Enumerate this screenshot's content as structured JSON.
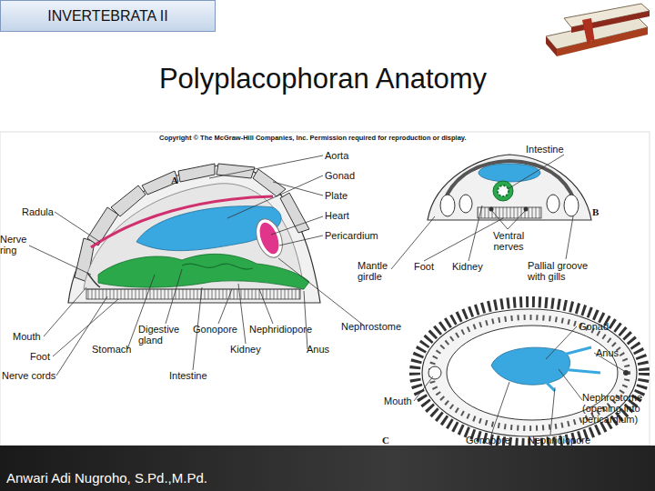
{
  "diagram": {
    "title": "Polyplacophoran Anatomy",
    "nodes": [
      {
        "text": [
          "INVERTEBRATA II"
        ]
      },
      {
        "text": [
          "Anwari Adi Nugroho, S.Pd.,M.Pd."
        ]
      }
    ],
    "labels": [
      "Copyright © The McGraw-Hill Companies, Inc. Permission required for reproduction or display.",
      "A",
      "Intestine",
      "Aorta",
      "Gonad",
      "Plate",
      "Heart",
      "Pericardium",
      "B",
      "Radula",
      "Nerve ring",
      "Ventral nerves",
      "Mantle girdle",
      "Foot",
      "Kidney",
      "Pallial groove with gills",
      "Mouth",
      "Foot",
      "Nerve cords",
      "Stomach",
      "Digestive gland",
      "Gonopore",
      "Nephridiopore",
      "Kidney",
      "Intestine",
      "Nephrostome",
      "Gonad",
      "Anus",
      "Anus",
      "Mouth",
      "Nephrostome (opening into pericardium)",
      "Gonopore",
      "Nephridiopore",
      "C"
    ]
  }
}
